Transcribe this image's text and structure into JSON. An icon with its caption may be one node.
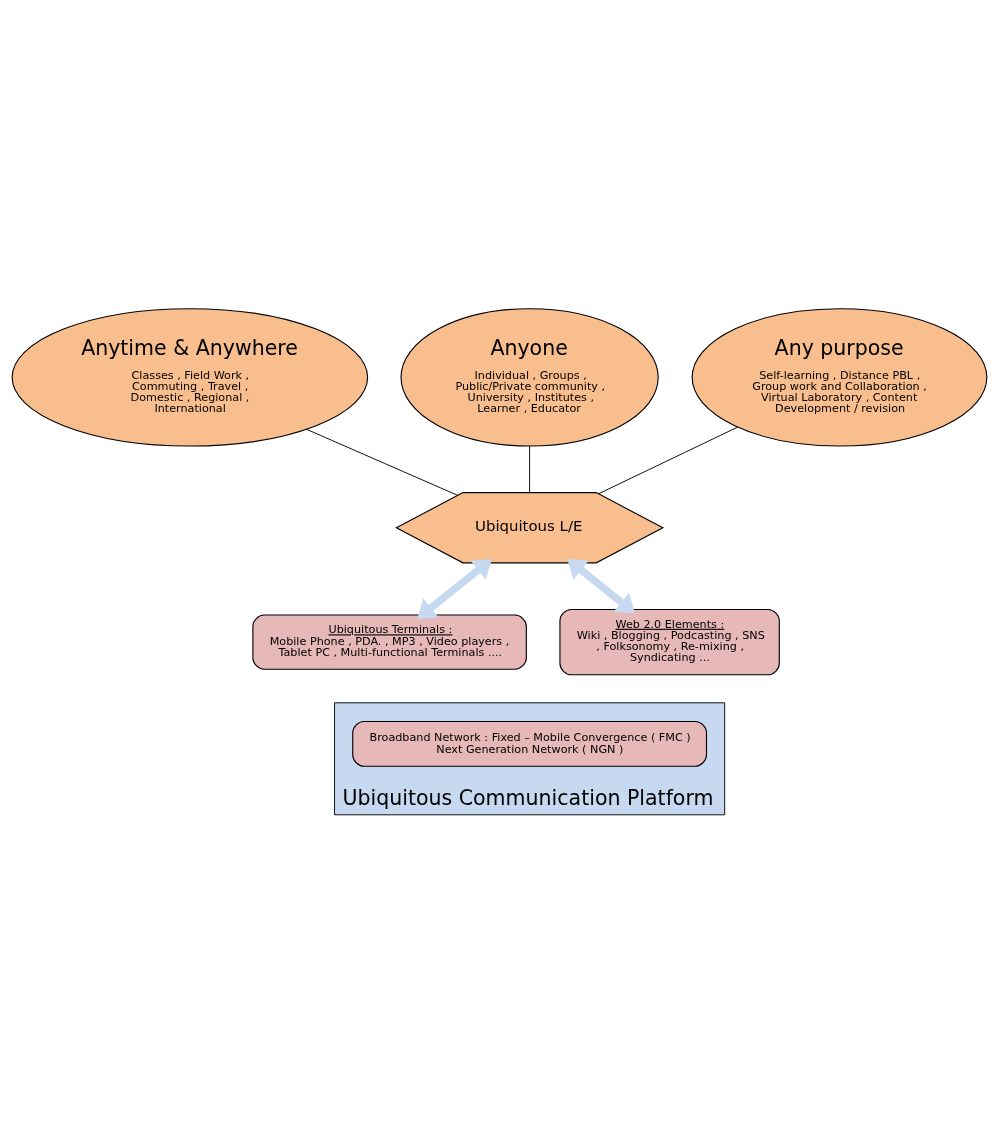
{
  "diagram": {
    "nodes": [
      {
        "text": [
          "Anyone",
          "Individual , Groups , Public/Private community , University , Institutes , Learner , Educator"
        ]
      },
      {
        "text": [
          "Anytime & Anywhere",
          "Classes , Field Work , Commuting , Travel , Domestic , Regional , International"
        ]
      },
      {
        "text": [
          "Any purpose",
          "Self-learning , Distance PBL , Group work and Collaboration , Virtual Laboratory , Content Development / revision"
        ]
      },
      {
        "text": [
          "Ubiquitous L/E"
        ]
      },
      {
        "text": [
          "Ubiquitous Terminals :",
          "Mobile Phone , PDA. , MP3 , Video players , Tablet PC , Multi-functional Terminals ...."
        ]
      },
      {
        "text": [
          "Web 2.0 Elements :",
          "Wiki , Blogging , Podcasting , SNS , Folksonomy , Re-mixing , Syndicating ..."
        ]
      },
      {
        "text": [
          "Ubiquitous Communication Platform"
        ]
      },
      {
        "text": [
          "Broadband Network : Fixed – Mobile Convergence ( FMC ) Next Generation Network ( NGN )"
        ],
        "in": 6
      }
    ],
    "edges": [
      {
        "from": 0,
        "to": 3,
        "arrow": "none"
      },
      {
        "from": 1,
        "to": 3,
        "arrow": "none"
      },
      {
        "from": 2,
        "to": 3,
        "arrow": "none"
      },
      {
        "from": 3,
        "to": 4,
        "arrow": "both",
        "style": "thick",
        "color": "#c6d9f0"
      },
      {
        "from": 3,
        "to": 5,
        "arrow": "both",
        "style": "thick",
        "color": "#c6d9f0"
      }
    ]
  }
}
